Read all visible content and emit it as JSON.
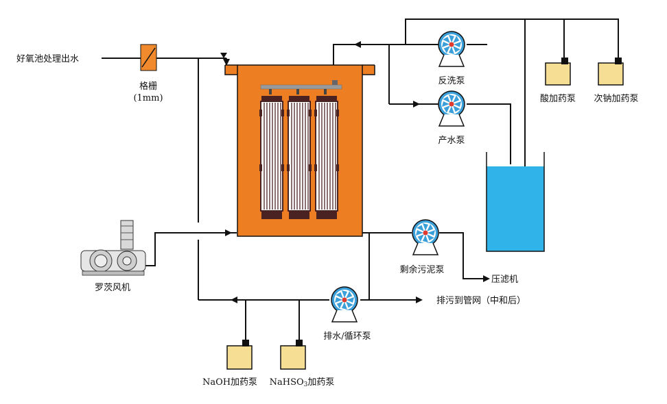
{
  "labels": {
    "influent": "好氧池处理出水",
    "screen": "格栅",
    "screen_size": "(1mm)",
    "backwash_pump": "反洗泵",
    "product_pump": "产水泵",
    "acid_pump": "酸加药泵",
    "hypo_pump": "次钠加药泵",
    "sludge_pump": "剩余污泥泵",
    "filter_press": "压滤机",
    "discharge": "排污到管网（中和后）",
    "drain_pump": "排水/循环泵",
    "naoh_pump": "NaOH加药泵",
    "nahso_pump_prefix": "NaHSO",
    "nahso_pump_sub": "3",
    "nahso_pump_suffix": "加药泵",
    "blower": "罗茨风机"
  },
  "colors": {
    "tank_orange": "#EE7E22",
    "tank_orange_dark": "#C9631A",
    "membrane_dark": "#4A2222",
    "water_blue": "#2FB3E8",
    "pump_blue": "#3B9FD9",
    "pump_red": "#E23A2E",
    "chem_yellow": "#F6DF95",
    "screen_orange": "#F08A2C"
  }
}
